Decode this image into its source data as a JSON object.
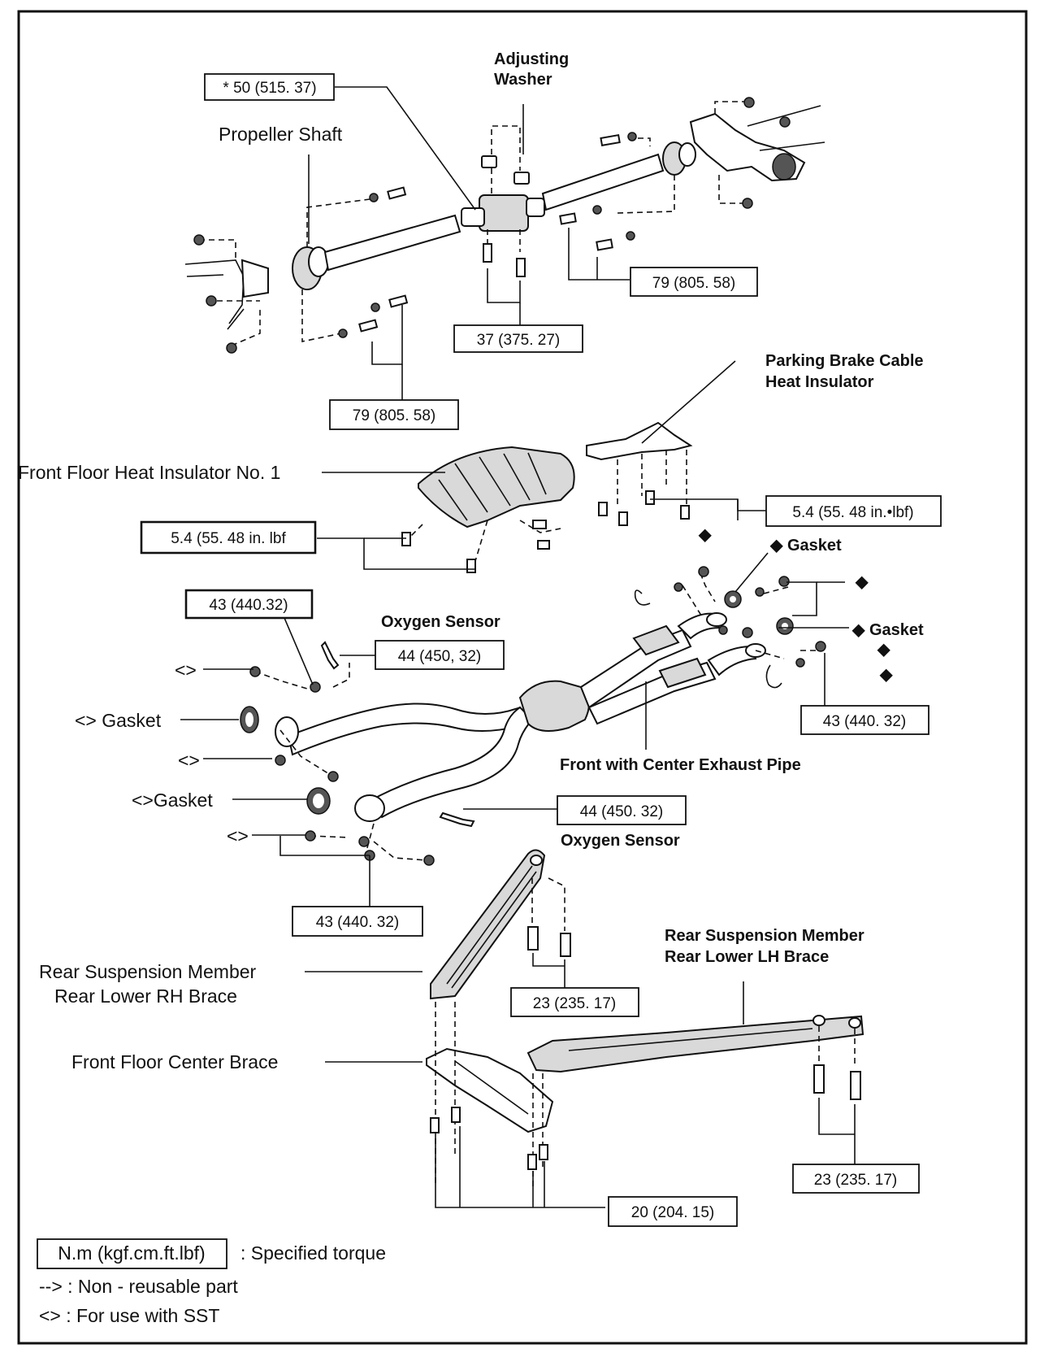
{
  "labels": {
    "adjusting_washer_1": "Adjusting",
    "adjusting_washer_2": "Washer",
    "propeller_shaft": "Propeller Shaft",
    "parking_brake_1": "Parking Brake Cable",
    "parking_brake_2": "Heat Insulator",
    "front_floor_heat_insulator": "Front Floor Heat Insulator No. 1",
    "gasket_top_1": "◆ Gasket",
    "gasket_top_2": "◆ Gasket",
    "oxygen_sensor_top": "Oxygen Sensor",
    "oxygen_sensor_bottom": "Oxygen Sensor",
    "sst_gasket_1": "<> Gasket",
    "sst_gasket_2": "<>Gasket",
    "sst_mark_1": "<>",
    "sst_mark_2": "<>",
    "sst_mark_3": "<>",
    "exhaust_pipe": "Front with Center Exhaust Pipe",
    "rear_rh_brace_1": "Rear Suspension Member",
    "rear_rh_brace_2": "Rear Lower RH Brace",
    "rear_lh_brace_1": "Rear Suspension Member",
    "rear_lh_brace_2": "Rear Lower LH Brace",
    "front_floor_center_brace": "Front Floor Center Brace",
    "diamond_1": "◆",
    "diamond_2": "◆",
    "diamond_3": "◆",
    "diamond_4": "◆"
  },
  "torques": {
    "t_50": "* 50 (515. 37)",
    "t_79_top": "79 (805. 58)",
    "t_37": "37 (375. 27)",
    "t_79_left": "79 (805. 58)",
    "t_54_right": "5.4 (55. 48 in.•lbf)",
    "t_54_left": "5.4 (55. 48 in. lbf",
    "t_43_left": "43 (440.32)",
    "t_44_top": "44 (450, 32)",
    "t_43_right": "43 (440. 32)",
    "t_44_bottom": "44 (450. 32)",
    "t_43_bottom": "43 (440. 32)",
    "t_23_center": "23 (235. 17)",
    "t_23_right": "23 (235. 17)",
    "t_20": "20 (204. 15)"
  },
  "legend": {
    "unit_box": "N.m (kgf.cm.ft.lbf)",
    "unit_desc": ": Specified torque",
    "nonreusable": "--> : Non - reusable part",
    "sst": "<> : For use with SST"
  }
}
